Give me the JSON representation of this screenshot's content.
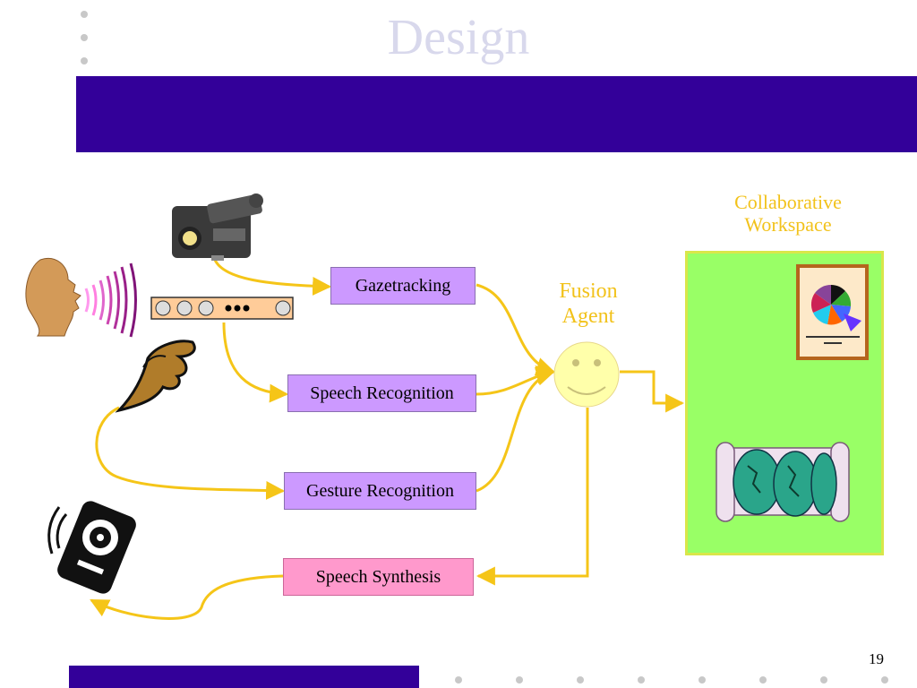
{
  "slide": {
    "title": "Design",
    "page_number": "19"
  },
  "diagram": {
    "boxes": {
      "gazetracking": "Gazetracking",
      "speech_recognition": "Speech Recognition",
      "gesture_recognition": "Gesture Recognition",
      "speech_synthesis": "Speech Synthesis"
    },
    "fusion_agent": {
      "line1": "Fusion",
      "line2": "Agent"
    },
    "workspace": {
      "line1": "Collaborative",
      "line2": "Workspace"
    },
    "icons": [
      "camcorder-icon",
      "speaking-head-icon",
      "microphone-array-icon",
      "gesture-hand-icon",
      "speaker-icon",
      "smiley-face-icon",
      "pie-chart-easel-icon",
      "world-map-scroll-icon"
    ],
    "colors": {
      "title_bar": "#330099",
      "title_text": "#d8d8ec",
      "recognition_box": "#cc99ff",
      "synthesis_box": "#ff99cc",
      "connector": "#f5c518",
      "label": "#f2c21b",
      "workspace": "#99ff66"
    }
  }
}
